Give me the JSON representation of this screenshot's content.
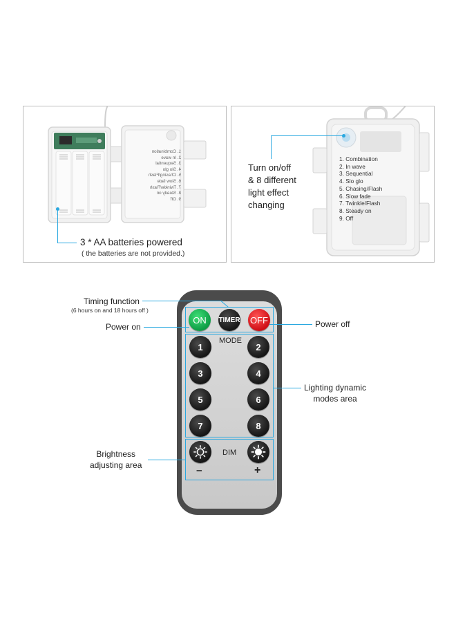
{
  "top_left": {
    "main_caption": "3 * AA batteries powered",
    "sub_caption": "( the batteries are not provided.)",
    "lid_modes": [
      "1. Combination",
      "2. In wave",
      "3. Sequential",
      "4. Slo glo",
      "5. Chasing/Flash",
      "6. Slow fade",
      "7. Twinkle/Flash",
      "8. Steady on",
      "9. Off"
    ]
  },
  "top_right": {
    "caption_lines": [
      "Turn on/off",
      "& 8 different",
      "light effect",
      "changing"
    ],
    "modes": [
      "1. Combination",
      "2. In wave",
      "3. Sequential",
      "4. Slo glo",
      "5. Chasing/Flash",
      "6. Slow fade",
      "7. Twinkle/Flash",
      "8. Steady on",
      "9. Off"
    ]
  },
  "remote": {
    "on_label": "ON",
    "timer_label": "TIMER",
    "off_label": "OFF",
    "mode_label": "MODE",
    "numbers": [
      "1",
      "2",
      "3",
      "4",
      "5",
      "6",
      "7",
      "8"
    ],
    "dim_label": "DIM",
    "minus": "−",
    "plus": "+"
  },
  "callouts": {
    "timing_function": "Timing function",
    "timing_note": "(6 hours on and 18 hours off )",
    "power_on": "Power on",
    "power_off": "Power off",
    "lighting_line1": "Lighting dynamic",
    "lighting_line2": "modes area",
    "brightness_line1": "Brightness",
    "brightness_line2": "adjusting area"
  },
  "colors": {
    "accent_line": "#29a8e0",
    "on_button": "#14a64f",
    "off_button": "#e01b22",
    "remote_body": "#4b4b4b"
  }
}
